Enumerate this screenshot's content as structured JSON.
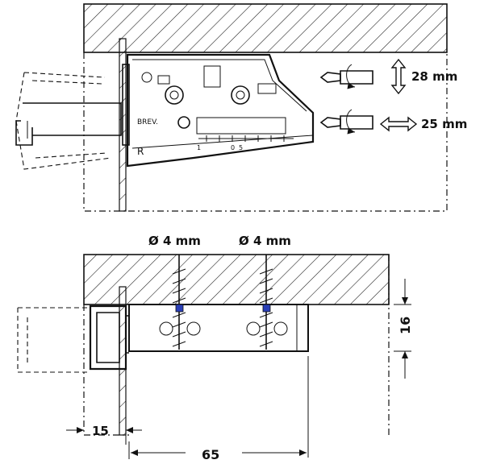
{
  "views": {
    "side_view": {
      "adjust_height_label": "28 mm",
      "adjust_depth_label": "25 mm",
      "stamp_brev": "BREV.",
      "stamp_side": "R",
      "scale_left": "1",
      "scale_mid": "0",
      "scale_right": "5"
    },
    "bottom_view": {
      "screw1_label": "Ø 4 mm",
      "screw2_label": "Ø 4 mm",
      "height_dim": "16",
      "offset_dim": "15",
      "length_dim": "65"
    }
  },
  "colors": {
    "ink": "#111111",
    "screw_marker": "#2a3fb8",
    "background": "#ffffff"
  }
}
